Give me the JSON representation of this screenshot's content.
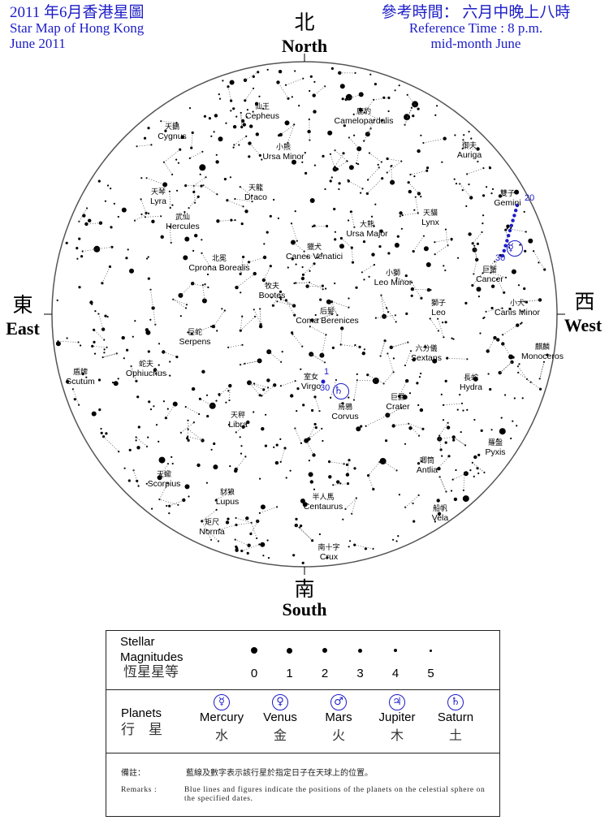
{
  "header": {
    "title_zh": "2011 年6月香港星圖",
    "title_en": "Star Map of Hong Kong",
    "date": "June 2011",
    "ref_zh": "參考時間：  六月中晚上八時",
    "ref_en": "Reference Time : 8 p.m.",
    "ref_en2": "mid-month  June"
  },
  "directions": {
    "north_zh": "北",
    "north_en": "North",
    "east_zh": "東",
    "east_en": "East",
    "west_zh": "西",
    "west_en": "West",
    "south_zh": "南",
    "south_en": "South"
  },
  "constellations": [
    {
      "zh": "仙王",
      "en": "Cepheus"
    },
    {
      "zh": "鹿豹",
      "en": "Camelopardalis"
    },
    {
      "zh": "天鵝",
      "en": "Cygnus"
    },
    {
      "zh": "小熊",
      "en": "Ursa Minor"
    },
    {
      "zh": "御夫",
      "en": "Auriga"
    },
    {
      "zh": "天琴",
      "en": "Lyra"
    },
    {
      "zh": "天龍",
      "en": "Draco"
    },
    {
      "zh": "雙子",
      "en": "Gemini"
    },
    {
      "zh": "武仙",
      "en": "Hercules"
    },
    {
      "zh": "大熊",
      "en": "Ursa Major"
    },
    {
      "zh": "天貓",
      "en": "Lynx"
    },
    {
      "zh": "獵犬",
      "en": "Canes Venatici"
    },
    {
      "zh": "北冕",
      "en": "Cprona Borealis"
    },
    {
      "zh": "小獅",
      "en": "Leo Minor"
    },
    {
      "zh": "巨蟹",
      "en": "Cancer"
    },
    {
      "zh": "牧夫",
      "en": "Bootes"
    },
    {
      "zh": "后髮",
      "en": "Coma Berenices"
    },
    {
      "zh": "獅子",
      "en": "Leo"
    },
    {
      "zh": "小犬",
      "en": "Canis Minor"
    },
    {
      "zh": "巨蛇",
      "en": "Serpens"
    },
    {
      "zh": "六分儀",
      "en": "Sextans"
    },
    {
      "zh": "麒麟",
      "en": "Monoceros"
    },
    {
      "zh": "盾牌",
      "en": "Scutum"
    },
    {
      "zh": "蛇夫",
      "en": "Ophiuchus"
    },
    {
      "zh": "室女",
      "en": "Virgo"
    },
    {
      "zh": "長蛇",
      "en": "Hydra"
    },
    {
      "zh": "巨爵",
      "en": "Crater"
    },
    {
      "zh": "烏鴉",
      "en": "Corvus"
    },
    {
      "zh": "天秤",
      "en": "Libra"
    },
    {
      "zh": "羅盤",
      "en": "Pyxis"
    },
    {
      "zh": "唧筒",
      "en": "Antlia"
    },
    {
      "zh": "天蠍",
      "en": "Scorpius"
    },
    {
      "zh": "半人馬",
      "en": "Centaurus"
    },
    {
      "zh": "豺狼",
      "en": "Lupus"
    },
    {
      "zh": "船帆",
      "en": "Vela"
    },
    {
      "zh": "矩尺",
      "en": "Norma"
    },
    {
      "zh": "南十字",
      "en": "Crux"
    }
  ],
  "planet_tracks": {
    "mercury": {
      "start_label": "20",
      "end_label": "30",
      "symbol": "☿",
      "in": "Gemini"
    },
    "saturn": {
      "start_label": "1",
      "end_label": "30",
      "symbol": "♄",
      "in": "Virgo"
    }
  },
  "legend": {
    "mag_title_1": "Stellar",
    "mag_title_2": "Magnitudes",
    "mag_title_zh": "恆星星等",
    "magnitudes": [
      "0",
      "1",
      "2",
      "3",
      "4",
      "5"
    ],
    "planets_title": "Planets",
    "planets_title_zh": "行　星",
    "planets": [
      {
        "symbol": "☿",
        "en": "Mercury",
        "zh": "水"
      },
      {
        "symbol": "♀",
        "en": "Venus",
        "zh": "金"
      },
      {
        "symbol": "♂",
        "en": "Mars",
        "zh": "火"
      },
      {
        "symbol": "♃",
        "en": "Jupiter",
        "zh": "木"
      },
      {
        "symbol": "♄",
        "en": "Saturn",
        "zh": "土"
      }
    ],
    "remarks_zh_label": "備註：",
    "remarks_zh": "藍線及數字表示該行星於指定日子在天球上的位置。",
    "remarks_en_label": "Remarks :",
    "remarks_en": "Blue lines and figures indicate the positions of the planets on the celestial sphere on the specified dates."
  },
  "colors": {
    "planet_blue": "#1c1cc8",
    "star": "#000000",
    "sky_outline": "#555555"
  }
}
